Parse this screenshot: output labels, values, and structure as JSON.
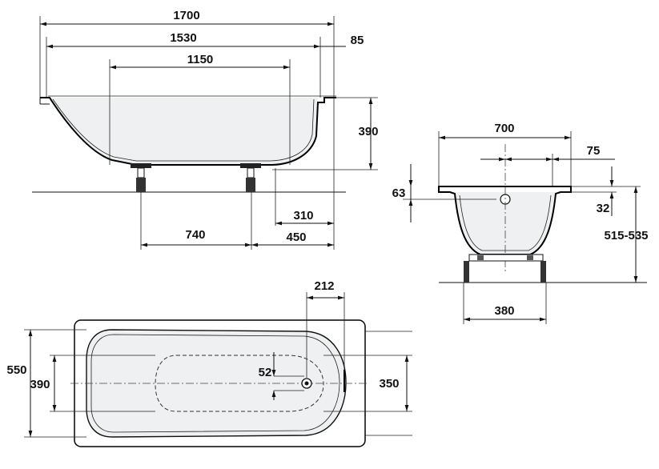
{
  "side_view": {
    "total_length": "1700",
    "inner_length": "1530",
    "rim_width": "85",
    "bottom_length": "1150",
    "depth": "390",
    "feet_spacing": "740",
    "feet_offset_outer": "450",
    "feet_offset_inner": "310"
  },
  "end_view": {
    "width": "700",
    "drain_offset": "75",
    "rim_height": "63",
    "rim_step": "32",
    "height_range": "515-535",
    "feet_width": "380"
  },
  "top_view": {
    "drain_offset": "212",
    "drain_dia": "52",
    "outer_width": "550",
    "inner_width_left": "390",
    "inner_width_right": "350"
  }
}
